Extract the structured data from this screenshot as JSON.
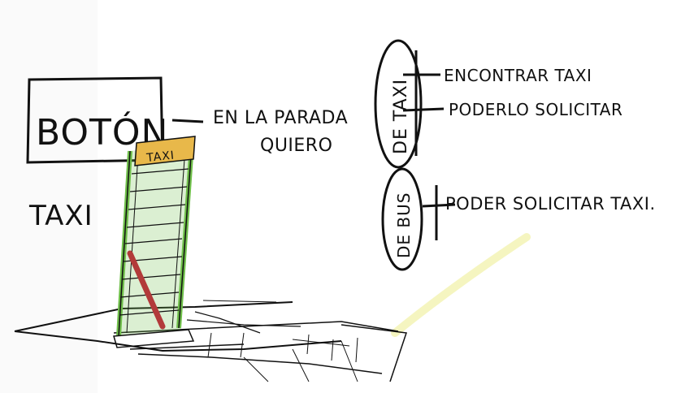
{
  "labels": {
    "boton": "BOTÓN",
    "taxi": "TAXI",
    "en_la_parada": "EN LA PARADA",
    "quiero": "QUIERO",
    "de_taxi": "DE TAXI",
    "encontrar_taxi": "ENCONTRAR TAXI",
    "poderlo_solicitar": "PODERLO SOLICITAR",
    "de_bus": "DE BUS",
    "poder_solicitar_taxi": "PODER SOLICITAR TAXI.",
    "sign_label": "TAXI"
  },
  "colors": {
    "ink": "#111111",
    "pole_green": "#6fbf4a",
    "sign_yellow": "#e8b84a",
    "button_red": "#b23a3a",
    "paper": "#ffffff",
    "highlight": "#f3f3b0"
  },
  "icons": {
    "sign": "taxi-stop-sign",
    "button": "red-push-button"
  }
}
